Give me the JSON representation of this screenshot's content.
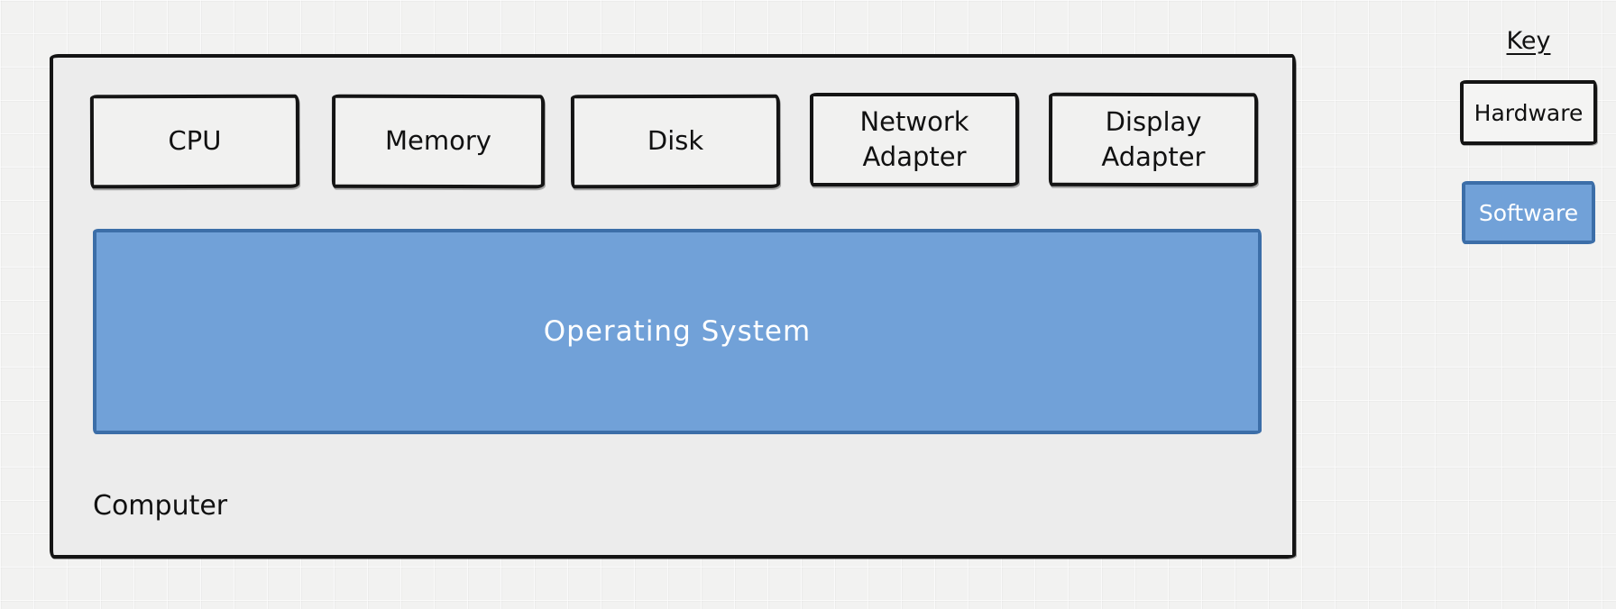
{
  "diagram": {
    "computer": {
      "label": "Computer",
      "hardware_components": [
        {
          "label": "CPU"
        },
        {
          "label": "Memory"
        },
        {
          "label": "Disk"
        },
        {
          "label": "Network Adapter"
        },
        {
          "label": "Display Adapter"
        }
      ],
      "software_components": [
        {
          "label": "Operating System"
        }
      ]
    },
    "key": {
      "title": "Key",
      "items": [
        {
          "label": "Hardware",
          "type": "hardware"
        },
        {
          "label": "Software",
          "type": "software"
        }
      ]
    },
    "colors": {
      "software_fill": "#71A1D8",
      "software_border": "#3C6EA8",
      "hardware_fill": "#F1F1F0",
      "hardware_border": "#141414",
      "canvas_background": "#F2F2F1"
    }
  }
}
